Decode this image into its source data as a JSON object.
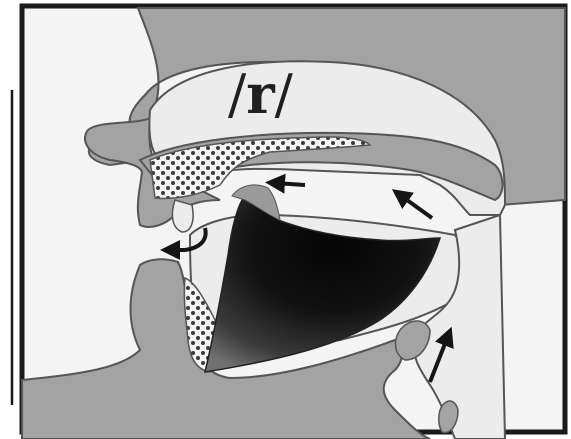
{
  "diagram": {
    "phoneme_label": "/r/",
    "phoneme_prefix": "/",
    "phoneme_letter": "r",
    "phoneme_suffix": "/",
    "colors": {
      "frame": "#1a1a1a",
      "background": "#ffffff",
      "cavity": "#e9e9e9",
      "tissue": "#a3a3a3",
      "outline": "#555555",
      "tongue_dark": "#060606",
      "tongue_mid": "#5b5b5b",
      "arrow": "#151515"
    },
    "icons": [
      "airflow-arrow",
      "dotted-palate-texture",
      "dotted-lower-lip-texture"
    ]
  }
}
